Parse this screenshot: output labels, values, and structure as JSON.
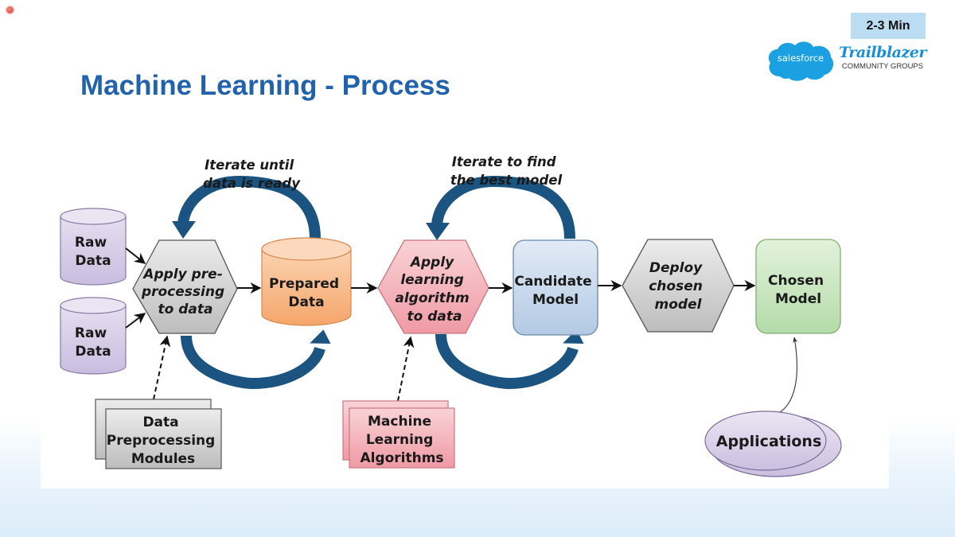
{
  "recording_indicator": "recording-dot",
  "timer_badge": "2-3 Min",
  "logo": {
    "cloud_text": "salesforce",
    "title": "Trailblazer",
    "subtitle": "COMMUNITY GROUPS"
  },
  "page_title": "Machine Learning - Process",
  "colors": {
    "title": "#2162ad",
    "loop_arrow": "#1b5480",
    "raw_data_fill": "#d6cce6",
    "prepared_data_fill": "#f8b98a",
    "learning_fill": "#f4b8bf",
    "candidate_fill": "#c9daee",
    "chosen_fill": "#c7e3bf",
    "gray_fill": "#d4d4d4"
  },
  "diagram": {
    "nodes": {
      "raw_data_1": [
        "Raw",
        "Data"
      ],
      "raw_data_2": [
        "Raw",
        "Data"
      ],
      "preprocess": [
        "Apply pre-",
        "processing",
        "to data"
      ],
      "prepared_data": [
        "Prepared",
        "Data"
      ],
      "learning": [
        "Apply",
        "learning",
        "algorithm",
        "to data"
      ],
      "candidate_model": [
        "Candidate",
        "Model"
      ],
      "deploy": [
        "Deploy",
        "chosen",
        "model"
      ],
      "chosen_model": [
        "Chosen",
        "Model"
      ],
      "preprocessing_modules": [
        "Data",
        "Preprocessing",
        "Modules"
      ],
      "ml_algorithms": [
        "Machine",
        "Learning",
        "Algorithms"
      ],
      "applications": [
        "Applications"
      ]
    },
    "loop_labels": {
      "data_loop": [
        "Iterate until",
        "data is ready"
      ],
      "model_loop": [
        "Iterate to find",
        "the best model"
      ]
    },
    "edges": [
      {
        "from": "raw_data_1",
        "to": "preprocess"
      },
      {
        "from": "raw_data_2",
        "to": "preprocess"
      },
      {
        "from": "preprocess",
        "to": "prepared_data"
      },
      {
        "from": "prepared_data",
        "to": "learning"
      },
      {
        "from": "learning",
        "to": "candidate_model"
      },
      {
        "from": "candidate_model",
        "to": "deploy"
      },
      {
        "from": "deploy",
        "to": "chosen_model"
      },
      {
        "from": "preprocessing_modules",
        "to": "preprocess",
        "style": "dashed"
      },
      {
        "from": "ml_algorithms",
        "to": "learning",
        "style": "dashed"
      },
      {
        "from": "applications",
        "to": "chosen_model",
        "style": "thin-curve"
      },
      {
        "from": "prepared_data",
        "to": "preprocess",
        "style": "loop-top"
      },
      {
        "from": "preprocess",
        "to": "prepared_data",
        "style": "loop-bottom"
      },
      {
        "from": "candidate_model",
        "to": "learning",
        "style": "loop-top"
      },
      {
        "from": "learning",
        "to": "candidate_model",
        "style": "loop-bottom"
      }
    ]
  }
}
